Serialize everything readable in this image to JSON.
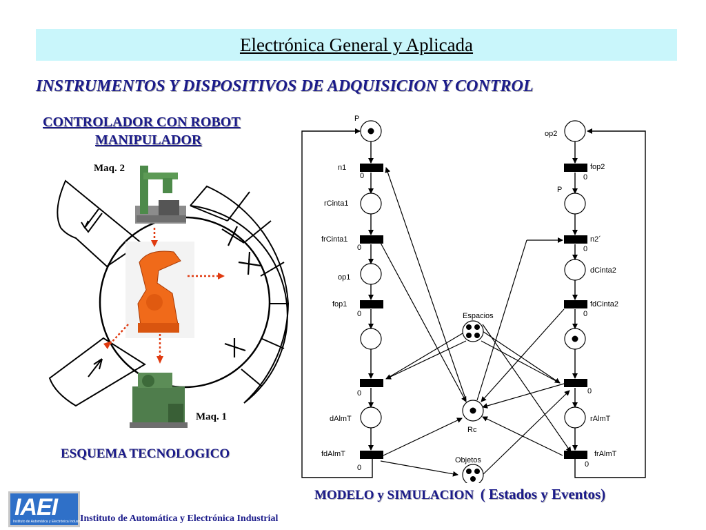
{
  "header": {
    "title": "Electrónica General y Aplicada",
    "subtitle": "INSTRUMENTOS Y DISPOSITIVOS DE ADQUISICION Y CONTROL"
  },
  "scheme": {
    "heading_line1": "CONTROLADOR  CON ROBOT",
    "heading_line2": "MANIPULADOR",
    "maq2_label": "Maq. 2",
    "maq1_label": "Maq. 1",
    "caption": "ESQUEMA TECNOLOGICO"
  },
  "petri": {
    "places": {
      "p_top_left": "P",
      "op2": "op2",
      "p_right": "P",
      "rcinta1": "rCinta1",
      "op1": "op1",
      "dcinta2": "dCinta2",
      "dalmt": "dAlmT",
      "ralmt": "rAlmT",
      "espacios": "Espacios",
      "rc": "Rc",
      "objetos": "Objetos"
    },
    "transitions": {
      "n1": "n1",
      "fop2": "fop2",
      "frcinta1": "frCinta1",
      "n2": "n2´",
      "fop1": "fop1",
      "fdcinta2": "fdCinta2",
      "fdalmt": "fdAlmT",
      "fralmt": "frAlmT"
    },
    "zero": "0"
  },
  "footer": {
    "modelo": "MODELO y SIMULACION",
    "modelo_sub": "( Estados y Eventos)",
    "institute": "Instituto de Automática y Electrónica Industrial",
    "logo_text": "IAEI",
    "logo_small": "Instituto de Automática y Electrónica Industrial"
  },
  "colors": {
    "title_bg": "#c9f6fb",
    "heading_blue": "#1b1b8a",
    "robot_orange": "#f06a1a",
    "arrow_red": "#e03a10",
    "logo_blue": "#2f70c8"
  }
}
